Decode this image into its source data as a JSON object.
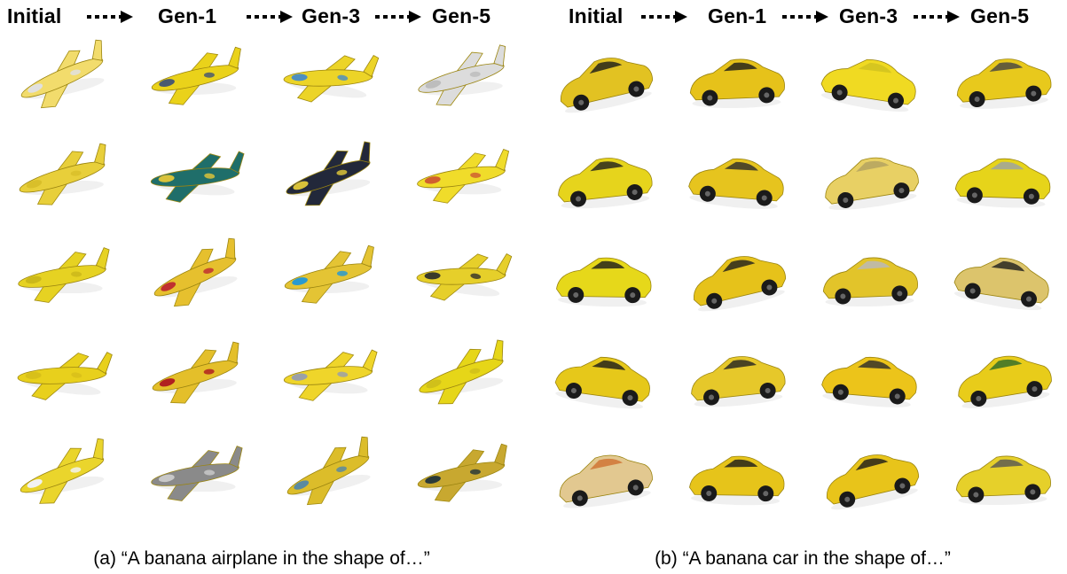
{
  "panels": [
    {
      "id": "a",
      "subject": "airplane",
      "generations": [
        "Initial",
        "Gen-1",
        "Gen-3",
        "Gen-5"
      ],
      "caption": "(a) “A banana airplane in the shape of…”",
      "rows": [
        [
          {
            "body": "#f2dc6c",
            "accent": "#e0e0e0"
          },
          {
            "body": "#ead21a",
            "accent": "#4a5a70"
          },
          {
            "body": "#ecd427",
            "accent": "#4f8fbf"
          },
          {
            "body": "#dcdcdc",
            "accent": "#bdbdbd"
          }
        ],
        [
          {
            "body": "#e8cf3a",
            "accent": "#d9bf2a"
          },
          {
            "body": "#1f6e6a",
            "accent": "#d9c23a"
          },
          {
            "body": "#22283a",
            "accent": "#d9c23a"
          },
          {
            "body": "#f0dc2a",
            "accent": "#d06030"
          }
        ],
        [
          {
            "body": "#e6d222",
            "accent": "#cbb81a"
          },
          {
            "body": "#e6c02e",
            "accent": "#c03030"
          },
          {
            "body": "#e4c434",
            "accent": "#2a9ad0"
          },
          {
            "body": "#e6cf2a",
            "accent": "#3a3a2a"
          }
        ],
        [
          {
            "body": "#e8d01c",
            "accent": "#d8c01a"
          },
          {
            "body": "#e4bf2a",
            "accent": "#b02020"
          },
          {
            "body": "#efd52a",
            "accent": "#9aa0a8"
          },
          {
            "body": "#e6d618",
            "accent": "#d0c01a"
          }
        ],
        [
          {
            "body": "#ead52c",
            "accent": "#f2f2f2"
          },
          {
            "body": "#8a8a8a",
            "accent": "#c8c8c8"
          },
          {
            "body": "#dcbd2a",
            "accent": "#5a8aa0"
          },
          {
            "body": "#c8a830",
            "accent": "#2a3a3a"
          }
        ]
      ]
    },
    {
      "id": "b",
      "subject": "car",
      "generations": [
        "Initial",
        "Gen-1",
        "Gen-3",
        "Gen-5"
      ],
      "caption": "(b) “A banana car in the shape of…”",
      "rows": [
        [
          {
            "body": "#e2c222",
            "accent": "#1a1a1a"
          },
          {
            "body": "#e6c21a",
            "accent": "#1a1a1a"
          },
          {
            "body": "#f0da22",
            "accent": "#d0c020"
          },
          {
            "body": "#e8c91c",
            "accent": "#444444"
          }
        ],
        [
          {
            "body": "#e6d41c",
            "accent": "#1e1e1e"
          },
          {
            "body": "#e6c41e",
            "accent": "#2a2a2a"
          },
          {
            "body": "#e8d064",
            "accent": "#b0a060"
          },
          {
            "body": "#e6d41a",
            "accent": "#9aa0a8"
          }
        ],
        [
          {
            "body": "#e6d81a",
            "accent": "#1a1a1a"
          },
          {
            "body": "#e6c21a",
            "accent": "#1e1e1e"
          },
          {
            "body": "#e2c42a",
            "accent": "#b8b8c0"
          },
          {
            "body": "#dcc46c",
            "accent": "#1e1e1e"
          }
        ],
        [
          {
            "body": "#e6c81a",
            "accent": "#1a1a1a"
          },
          {
            "body": "#e6c82a",
            "accent": "#222222"
          },
          {
            "body": "#ecc41a",
            "accent": "#2a2a2a"
          },
          {
            "body": "#e8cc1a",
            "accent": "#2a6a2a"
          }
        ],
        [
          {
            "body": "#e2c890",
            "accent": "#d07030"
          },
          {
            "body": "#e6c41a",
            "accent": "#1a1a1a"
          },
          {
            "body": "#e8c41a",
            "accent": "#1a1a1a"
          },
          {
            "body": "#e6d02a",
            "accent": "#555555"
          }
        ]
      ]
    }
  ]
}
